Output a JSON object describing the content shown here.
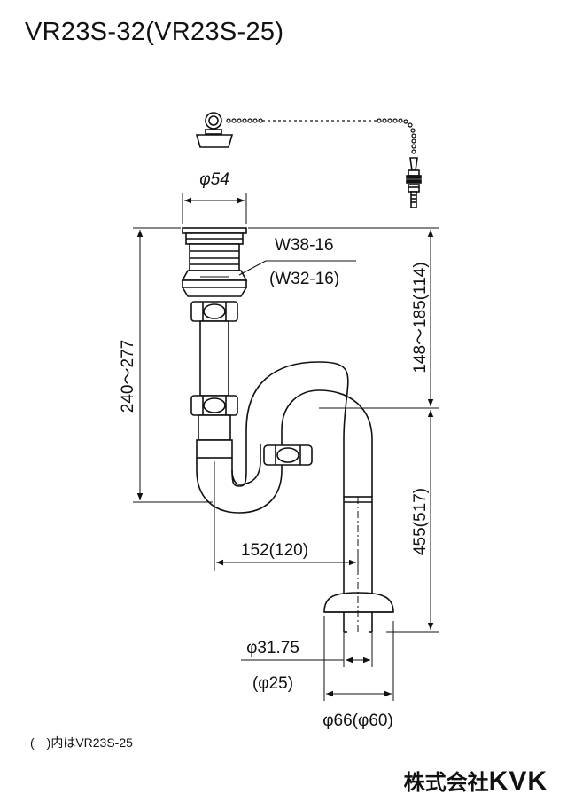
{
  "title": "VR23S-32(VR23S-25)",
  "dimensions": {
    "top_diameter": "φ54",
    "thread": "W38-16",
    "thread_alt": "(W32-16)",
    "total_height": "240〜277",
    "upper_height": "148〜185(114)",
    "lower_height": "455(517)",
    "offset": "152(120)",
    "pipe_diameter": "φ31.75",
    "pipe_diameter_alt": "(φ25)",
    "flange_diameter": "φ66(φ60)"
  },
  "note": "(　)内はVR23S-25",
  "brand": {
    "company": "株式会社",
    "logo": "KVK"
  },
  "colors": {
    "line": "#111111",
    "background": "#ffffff"
  }
}
